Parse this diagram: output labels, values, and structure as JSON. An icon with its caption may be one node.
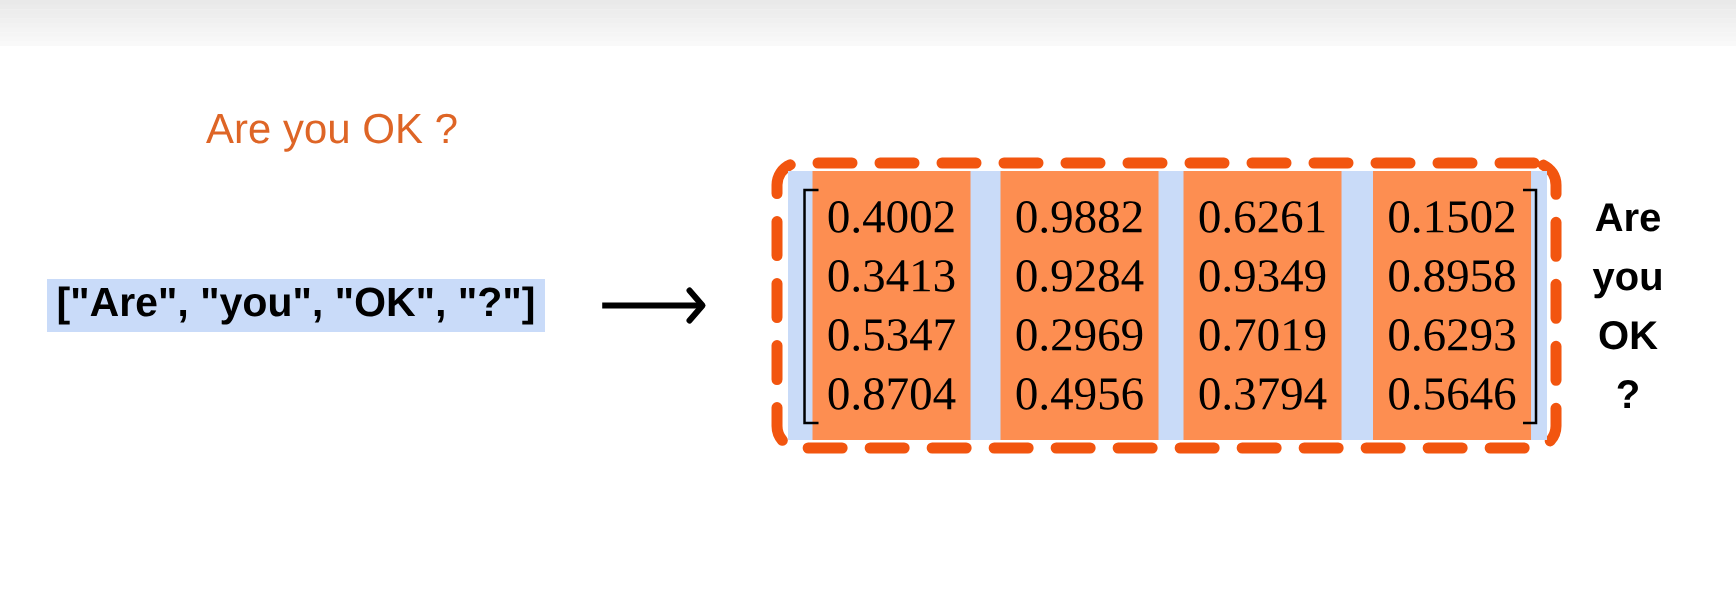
{
  "diagram": {
    "title": "Are you OK ?",
    "nodes": [
      {
        "text": [
          "[\"Are\", \"you\", \"OK\", \"?\"]"
        ]
      },
      {
        "text": [],
        "shape": "box",
        "beside": [
          "Are",
          "you",
          "OK",
          "?"
        ]
      },
      {
        "text": [
          "0.4002",
          "0.3413",
          "0.5347",
          "0.8704"
        ],
        "in": 1
      },
      {
        "text": [
          "0.9882",
          "0.9284",
          "0.2969",
          "0.4956"
        ],
        "in": 1
      },
      {
        "text": [
          "0.6261",
          "0.9349",
          "0.7019",
          "0.3794"
        ],
        "in": 1
      },
      {
        "text": [
          "0.1502",
          "0.8958",
          "0.6293",
          "0.5646"
        ],
        "in": 1
      }
    ],
    "edges": [
      {
        "from": 0,
        "to": 1,
        "arrow": "to"
      }
    ]
  }
}
